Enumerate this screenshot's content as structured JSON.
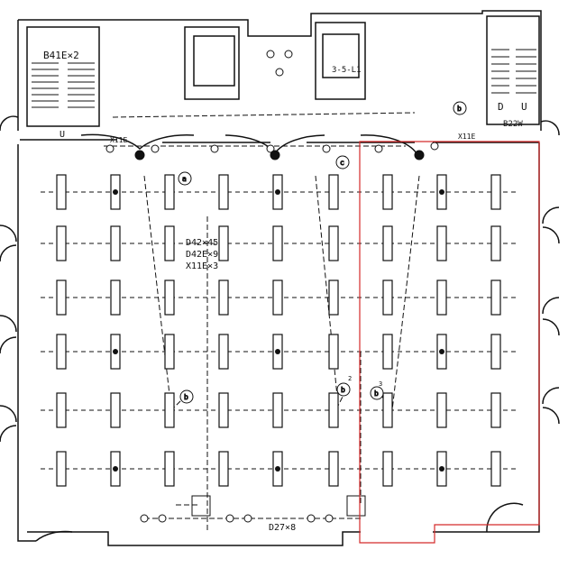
{
  "labels": {
    "stair_left": "B41E×2",
    "panel": "3-5-L1",
    "stair_right": "B22W",
    "exit_left": "X11E",
    "exit_right": "X11E",
    "main_1": "D42×45",
    "main_2": "D42E×9",
    "main_3": "X11E×3",
    "bottom": "D27×8",
    "door_d": "D",
    "door_u": "U",
    "door_u2": "U",
    "circuit_a": "a",
    "circuit_b": "b",
    "circuit_c": "c",
    "circuit_2": "2",
    "circuit_3": "3"
  },
  "colors": {
    "line": "#111111",
    "highlight": "#d42a2a"
  }
}
